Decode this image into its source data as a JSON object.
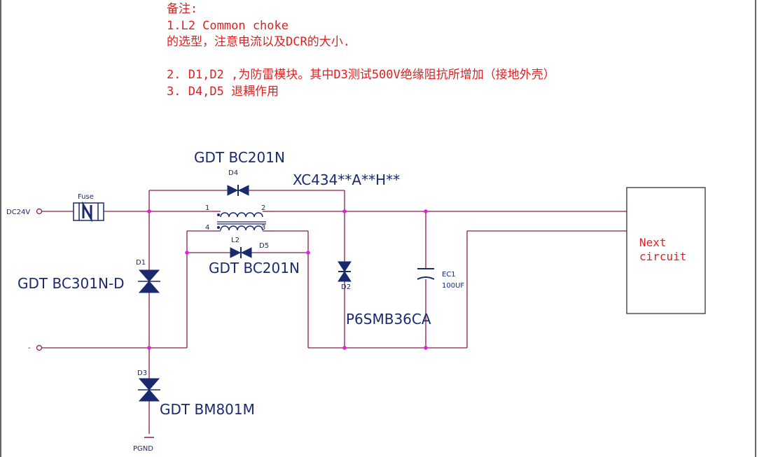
{
  "notes": {
    "title": "备注:",
    "line1": "1.L2 Common choke",
    "line2": "的选型，注意电流以及DCR的大小.",
    "line3": "2. D1,D2 ,为防雷模块。其中D3测试500V绝缘阻抗所增加（接地外壳）",
    "line4": "3. D4,D5 退耦作用"
  },
  "labels": {
    "d4_part": "GDT BC201N",
    "d4_ref": "D4",
    "model": "XC434**A**H**",
    "fuse_ref": "Fuse",
    "dc24v": "DC24V",
    "pin1": "1",
    "pin2": "2",
    "pin3": "3",
    "pin4": "4",
    "l2_ref": "L2",
    "d5_ref": "D5",
    "d5_part": "GDT BC201N",
    "d1_ref": "D1",
    "d1_part": "GDT BC301N-D",
    "d2_ref": "D2",
    "d2_part": "P6SMB36CA",
    "ec1_ref": "EC1",
    "ec1_val": "100UF",
    "minus": "-",
    "d3_ref": "D3",
    "d3_part": "GDT BM801M",
    "pgnd": "PGND",
    "next1": "Next",
    "next2": "circuit"
  }
}
